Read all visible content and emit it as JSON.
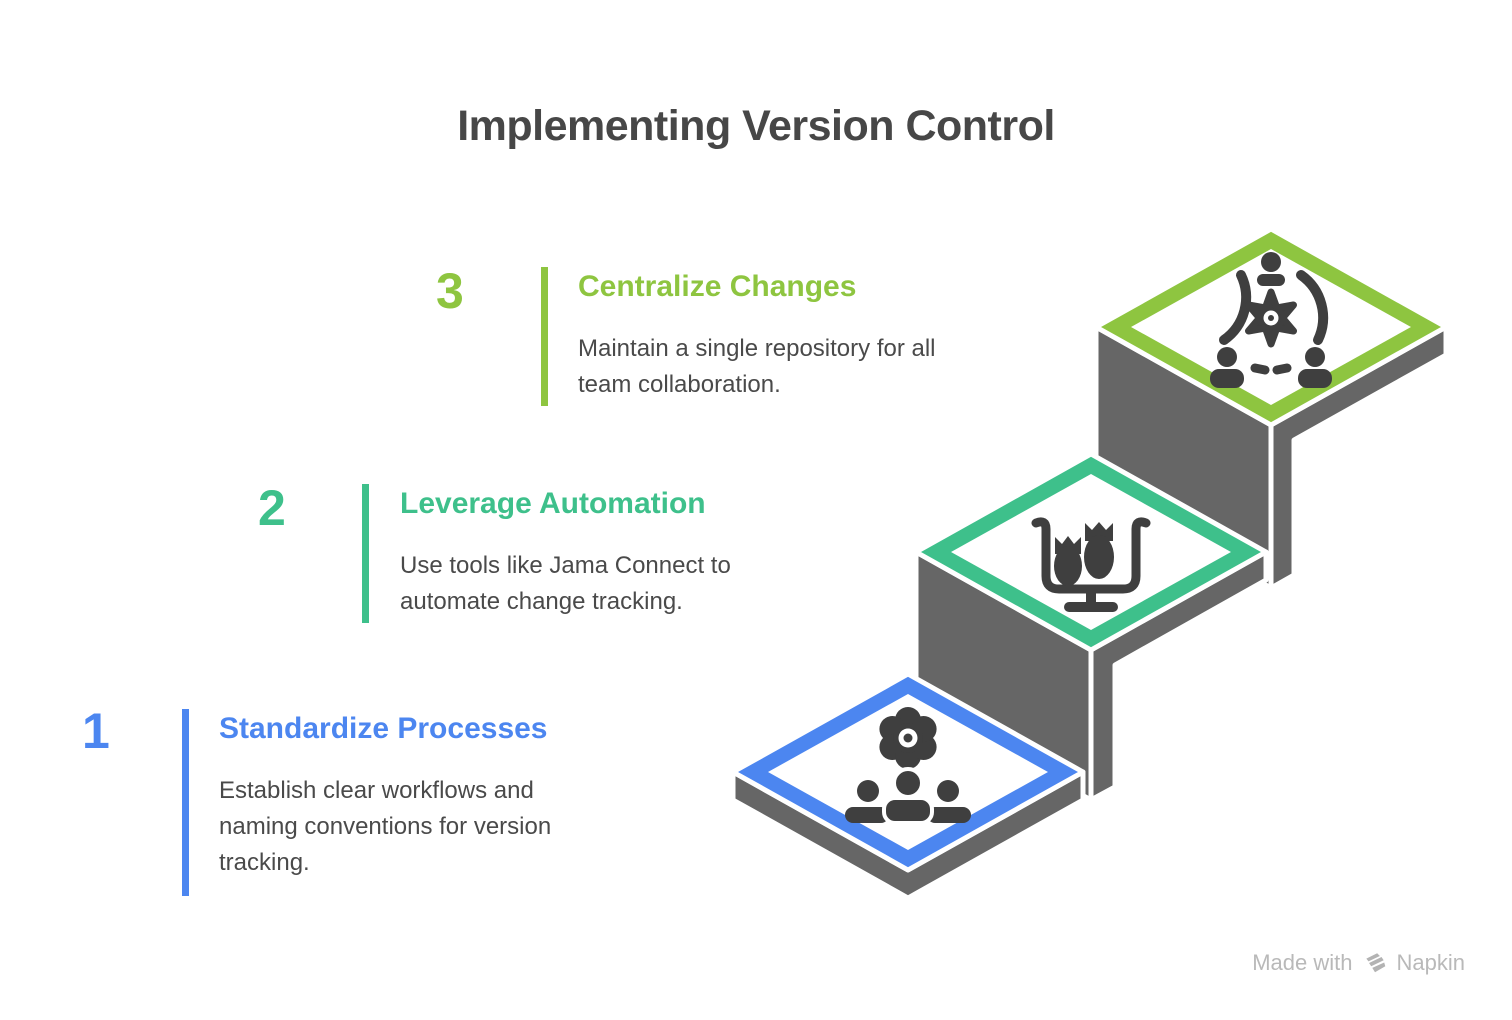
{
  "title": "Implementing Version Control",
  "steps": [
    {
      "number": "1",
      "heading": "Standardize Processes",
      "body": "Establish clear workflows and\nnaming conventions for version\ntracking.",
      "accent": "#4C86F0",
      "icon": "team-gear-icon"
    },
    {
      "number": "2",
      "heading": "Leverage Automation",
      "body": "Use tools like Jama Connect to\nautomate change tracking.",
      "accent": "#3EC08B",
      "icon": "bombs-monitor-icon"
    },
    {
      "number": "3",
      "heading": "Centralize Changes",
      "body": "Maintain a single repository for all\nteam collaboration.",
      "accent": "#8EC540",
      "icon": "collaboration-network-icon"
    }
  ],
  "colors": {
    "blue": "#4C86F0",
    "teal": "#3EC08B",
    "lime": "#8EC540",
    "stair_gray": "#666666",
    "icon_gray": "#3F3F3F",
    "title_text": "#474747",
    "body_text": "#4A4A4A",
    "watermark": "#B9B9B9"
  },
  "watermark": {
    "prefix": "Made with",
    "brand": "Napkin"
  }
}
